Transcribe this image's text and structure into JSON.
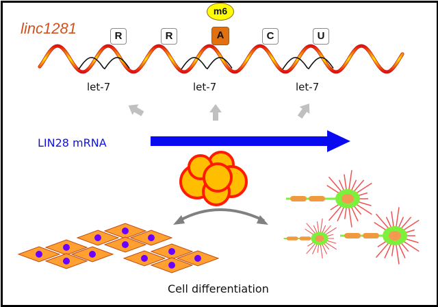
{
  "diagram": {
    "title": "linc1281",
    "bases": [
      {
        "letter": "R",
        "modified": false
      },
      {
        "letter": "R",
        "modified": false
      },
      {
        "letter": "A",
        "modified": true
      },
      {
        "letter": "C",
        "modified": false
      },
      {
        "letter": "U",
        "modified": false
      }
    ],
    "modification_label": "m6",
    "mirna_labels": [
      "let-7",
      "let-7",
      "let-7"
    ],
    "target_label": "LIN28 mRNA",
    "caption": "Cell differentiation",
    "colors": {
      "title": "#d2501c",
      "modified_base": "#e07010",
      "modification_badge": "#ffff00",
      "target_arrow": "#0a0af0",
      "let7_arrows": "#c0c0c0",
      "stem_cell_fill": "#ffbf00",
      "stem_cell_outline": "#ff1a00",
      "epithelial_cell_fill": "#ffa030",
      "nucleus": "#6a00ff",
      "neuron_body": "#7cf03c",
      "neuron_nucleus": "#f49a50",
      "dendrite": "#f05050"
    }
  }
}
